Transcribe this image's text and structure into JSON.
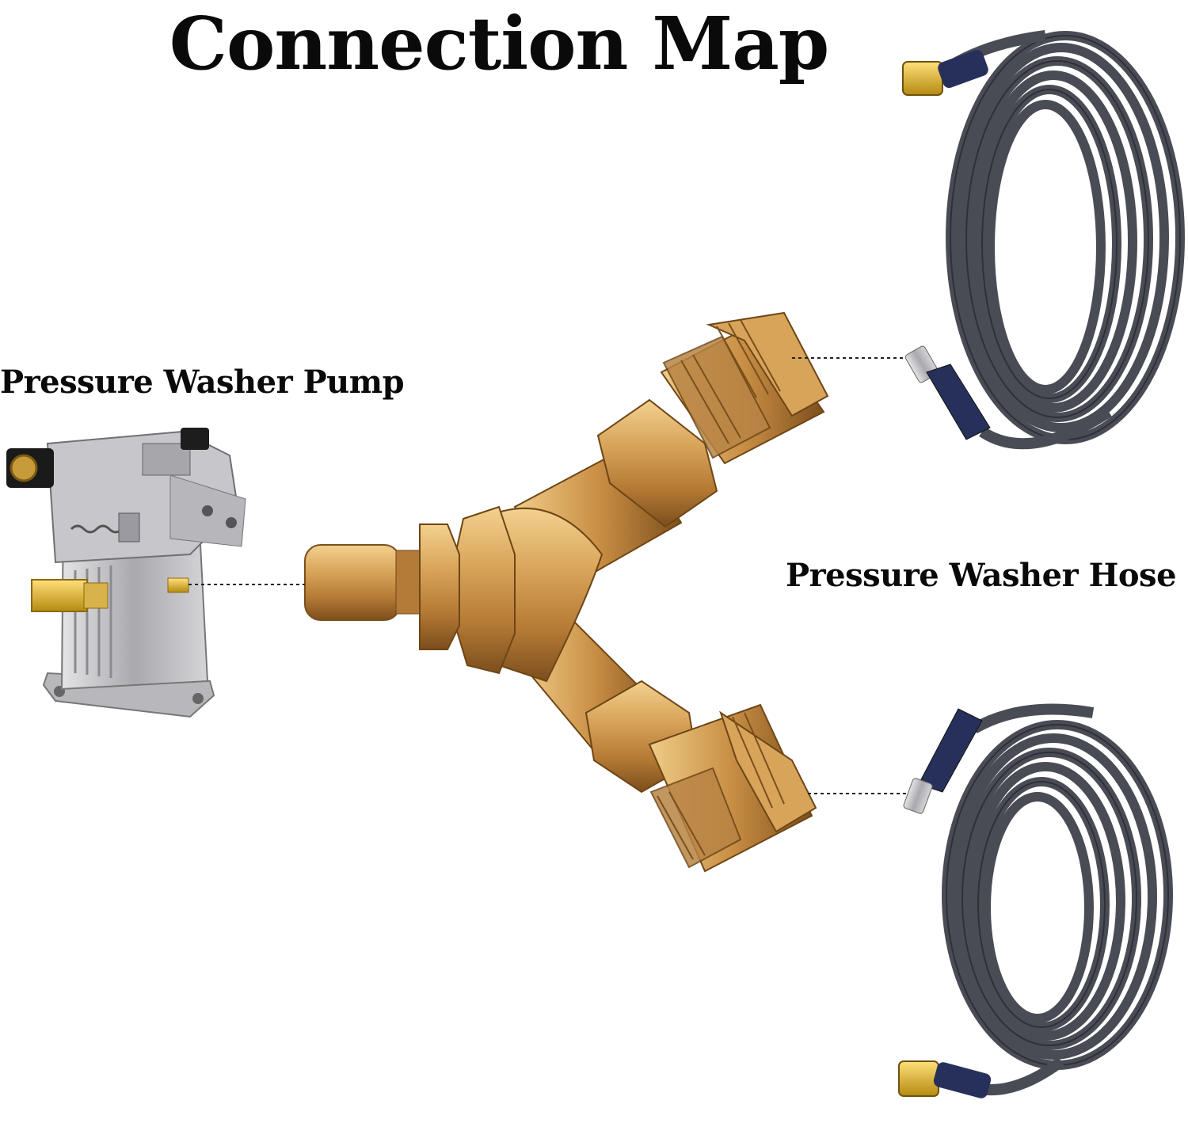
{
  "title": "Connection Map",
  "labels": {
    "pump": "Pressure Washer Pump",
    "hose": "Pressure Washer Hose"
  },
  "colors": {
    "brass": "#c9934a",
    "brass_dark": "#8a5a22",
    "hose": "#4a4c55",
    "hose_grip": "#27305a",
    "pump_metal": "#b9b9bd"
  }
}
